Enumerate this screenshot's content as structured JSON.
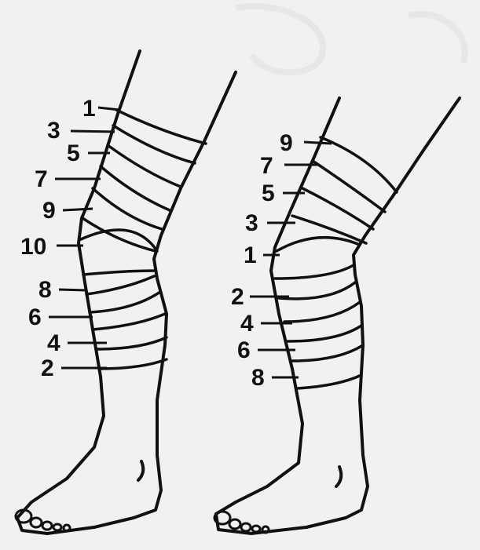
{
  "figures": [
    {
      "id": "left-leg",
      "labels": [
        "1",
        "3",
        "5",
        "7",
        "9",
        "10",
        "8",
        "6",
        "4",
        "2"
      ]
    },
    {
      "id": "right-leg",
      "labels": [
        "9",
        "7",
        "5",
        "3",
        "1",
        "2",
        "4",
        "6",
        "8"
      ]
    }
  ],
  "colors": {
    "ink": "#111111",
    "paper": "#f2f1ef"
  }
}
